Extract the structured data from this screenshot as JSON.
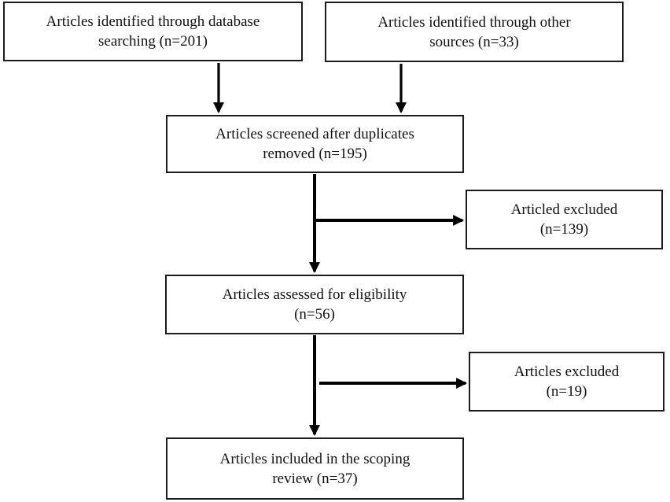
{
  "diagram": {
    "type": "flowchart",
    "boxes": [
      {
        "id": "identified-database",
        "text": "Articles identified through database\nsearching (n=201)",
        "n": 201
      },
      {
        "id": "identified-other",
        "text": "Articles identified through other\nsources (n=33)",
        "n": 33
      },
      {
        "id": "screened",
        "text": "Articles screened after duplicates\nremoved (n=195)",
        "n": 195
      },
      {
        "id": "excluded-screening",
        "text": "Articled excluded\n(n=139)",
        "n": 139
      },
      {
        "id": "assessed",
        "text": "Articles assessed for eligibility\n(n=56)",
        "n": 56
      },
      {
        "id": "excluded-eligibility",
        "text": "Articles excluded\n(n=19)",
        "n": 19
      },
      {
        "id": "included",
        "text": "Articles included in the scoping\nreview (n=37)",
        "n": 37
      }
    ],
    "arrows": [
      {
        "from": "identified-database",
        "to": "screened"
      },
      {
        "from": "identified-other",
        "to": "screened"
      },
      {
        "from": "screened",
        "to": "assessed"
      },
      {
        "from": "screened",
        "to": "excluded-screening"
      },
      {
        "from": "assessed",
        "to": "included"
      },
      {
        "from": "assessed",
        "to": "excluded-eligibility"
      }
    ],
    "colors": {
      "background": "#ffffff",
      "box_fill": "#ffffff",
      "box_border": "#1c1c1c",
      "text": "#111111",
      "arrow": "#000000"
    }
  }
}
